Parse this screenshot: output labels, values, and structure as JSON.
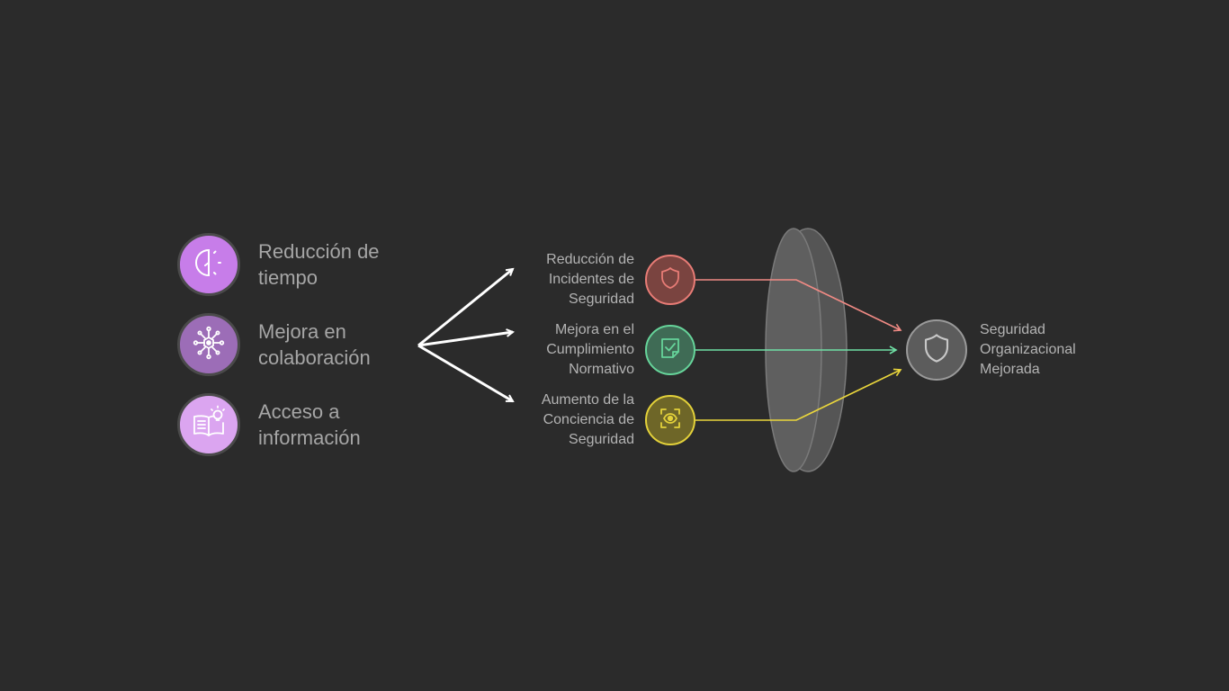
{
  "benefits": [
    {
      "label": "Reducción de\ntiempo",
      "icon": "half-clock-icon",
      "color": "#c77de9"
    },
    {
      "label": "Mejora en\ncolaboración",
      "icon": "network-hub-icon",
      "color": "#9c6db7"
    },
    {
      "label": "Acceso a\ninformación",
      "icon": "book-lightbulb-icon",
      "color": "#dba5f0"
    }
  ],
  "factors": [
    {
      "label": "Reducción de\nIncidentes de\nSeguridad",
      "icon": "shield-icon",
      "fill": "#7a4440",
      "stroke": "#e87c76",
      "line": "#f08a84"
    },
    {
      "label": "Mejora en el\nCumplimiento\nNormativo",
      "icon": "checklist-icon",
      "fill": "#3f6b55",
      "stroke": "#66d49a",
      "line": "#6fe0a5"
    },
    {
      "label": "Aumento de la\nConciencia de\nSeguridad",
      "icon": "eye-scan-icon",
      "fill": "#6e6628",
      "stroke": "#e3d13a",
      "line": "#ead63c"
    }
  ],
  "result": {
    "label": "Seguridad\nOrganizacional\nMejorada",
    "icon": "shield-icon"
  }
}
